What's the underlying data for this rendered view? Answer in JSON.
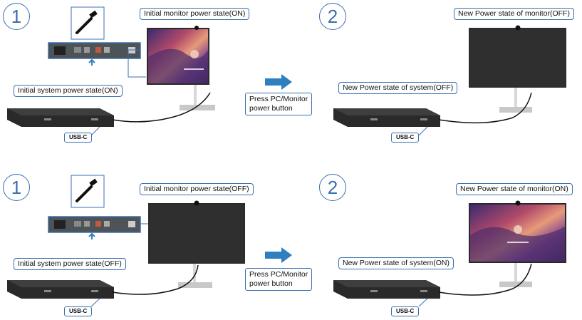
{
  "rows": [
    {
      "step1": "1",
      "step2": "2",
      "initial_monitor": "Initial monitor power state(ON)",
      "initial_system": "Initial system power state(ON)",
      "new_monitor": "New Power state of monitor(OFF)",
      "new_system": "New Power state of system(OFF)",
      "press": "Press PC/Monitor\npower button",
      "usb": "USB-C",
      "monitor_before": "on",
      "monitor_after": "off"
    },
    {
      "step1": "1",
      "step2": "2",
      "initial_monitor": "Initial monitor power state(OFF)",
      "initial_system": "Initial system power state(OFF)",
      "new_monitor": "New Power state of monitor(ON)",
      "new_system": "New Power state of system(ON)",
      "press": "Press PC/Monitor\npower button",
      "usb": "USB-C",
      "monitor_before": "off",
      "monitor_after": "on"
    }
  ],
  "colors": {
    "accent": "#3a6fb0",
    "arrow": "#2f7fc0",
    "screen_off": "#2b2b2b",
    "dock": "#2a2a2a"
  }
}
